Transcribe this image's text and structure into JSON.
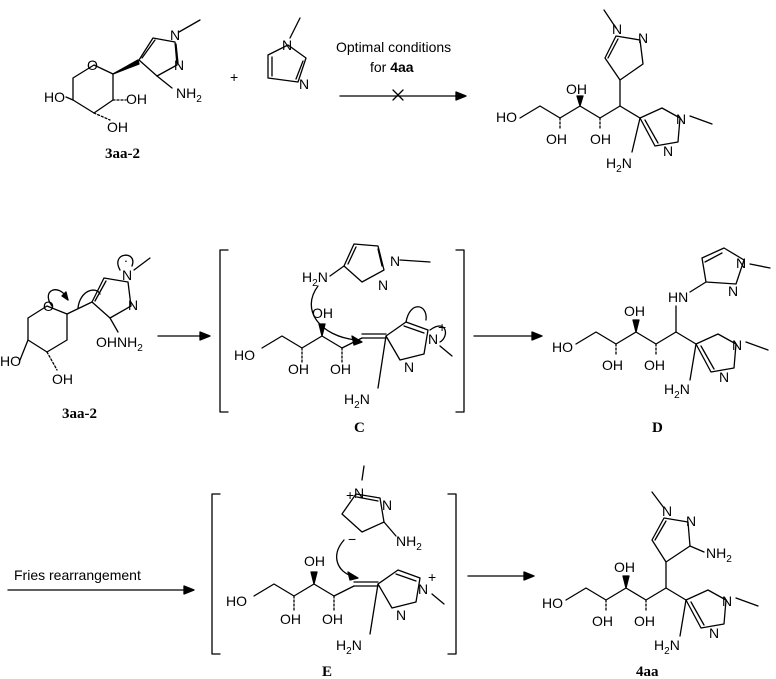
{
  "scheme": {
    "rows": [
      {
        "reactants": [
          "3aa-2"
        ],
        "plus_sign": "+",
        "conditions": {
          "line1": "Optimal conditions",
          "line2_prefix": "for ",
          "line2_bold": "4aa"
        },
        "product_label": "",
        "blocked": true
      },
      {
        "start_label": "3aa-2",
        "intermediate_label": "C",
        "product_label": "D"
      },
      {
        "arrow_text": "Fries rearrangement",
        "intermediate_label": "E",
        "product_label": "4aa"
      }
    ],
    "atoms": {
      "oh": "OH",
      "ho": "HO",
      "nh2": "NH2",
      "h2n": "H2N",
      "n": "N",
      "hn": "HN",
      "o": "O",
      "plus": "+",
      "minus": "−",
      "lone_pair": ":"
    }
  }
}
